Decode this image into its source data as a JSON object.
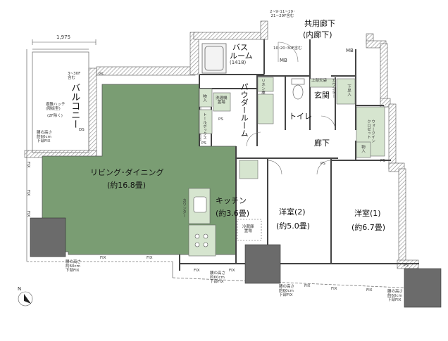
{
  "dimension": "1,975",
  "corridor": {
    "floors_note": "2~9･11~19･\n21~29F含む",
    "title": "共用廊下",
    "subtitle": "(内廊下)"
  },
  "bath": {
    "line1": "バス",
    "line2": "ルーム",
    "line3": "(1418)"
  },
  "mb": "MB",
  "mb2_note": "10･20･30F含む",
  "balcony": {
    "label": "バルコニー",
    "note_a": "3~30F\n含む",
    "note_b": "避難ハッチ\n(隔板型)",
    "note_c": "(2F除く)",
    "sash": "腰の高さ\n約60cm\n下部FIX",
    "ds": "DS"
  },
  "ps": "PS",
  "living": {
    "line1": "リビング･ダイニング",
    "line2": "(約16.8畳)"
  },
  "kitchen": {
    "line1": "キッチン",
    "line2": "(約3.6畳)",
    "counter": "カウンター",
    "fridge": "冷蔵庫\n置場"
  },
  "western2": {
    "line1": "洋室(2)",
    "line2": "(約5.0畳)"
  },
  "western1": {
    "line1": "洋室(1)",
    "line2": "(約6.7畳)"
  },
  "entrance": "玄関",
  "hallway": "廊下",
  "toilet": "トイレ",
  "powder": "パウダールーム",
  "washer": "洗濯機\n置場",
  "closet": "物入",
  "walkin": "ウォークイン\nクロゼット",
  "shoes": "下足入",
  "counter_h": "カウンター",
  "upper_shoes": "上部天袋",
  "tall": "トールボックス",
  "linen": "リネン庫",
  "fix": "FIX",
  "sash_note": "腰の高さ\n約60cm\n下部FIX",
  "north": "N",
  "colors": {
    "green": "#7a9d73",
    "light_green": "#d6e5cf",
    "wall": "#555555",
    "dark": "#6b6b6b"
  }
}
